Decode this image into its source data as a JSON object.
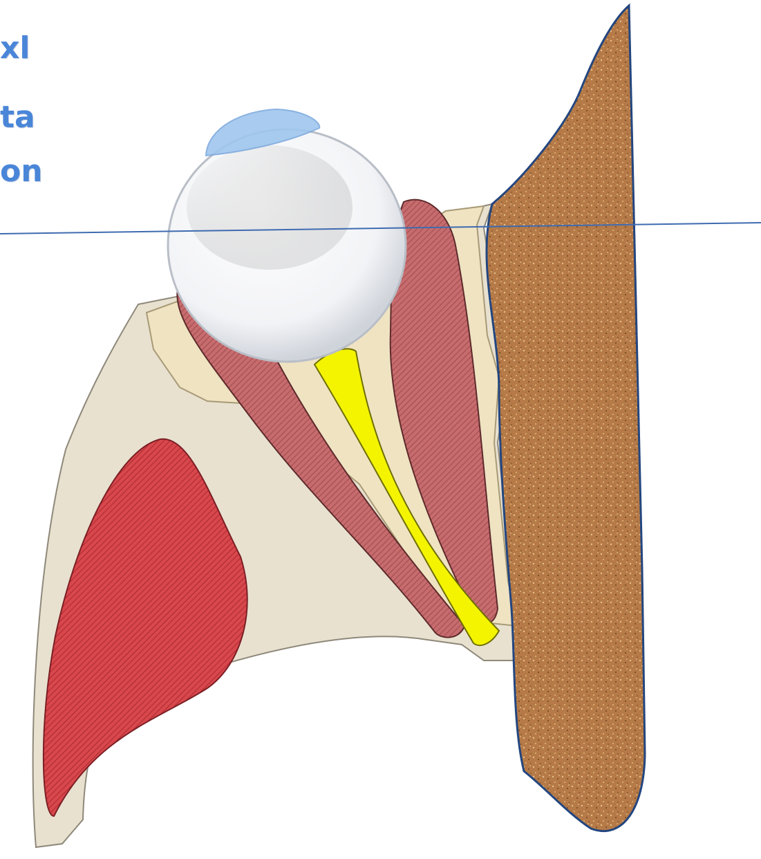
{
  "title_fragments": [
    "xl",
    "ta",
    "on"
  ],
  "colors": {
    "label_blue": "#4A86D8",
    "reference_line": "#3E6BB0",
    "skin_brown": "#B57A47",
    "skin_outline": "#23467F",
    "bone": "#E8E1D0",
    "fat": "#EFE3C2",
    "muscle": "#C76C6E",
    "sinus_red": "#D8474C",
    "nerve_yellow": "#F4F400",
    "globe_white": "#F2F3F6",
    "cornea_blue": "#9FC6EE"
  }
}
